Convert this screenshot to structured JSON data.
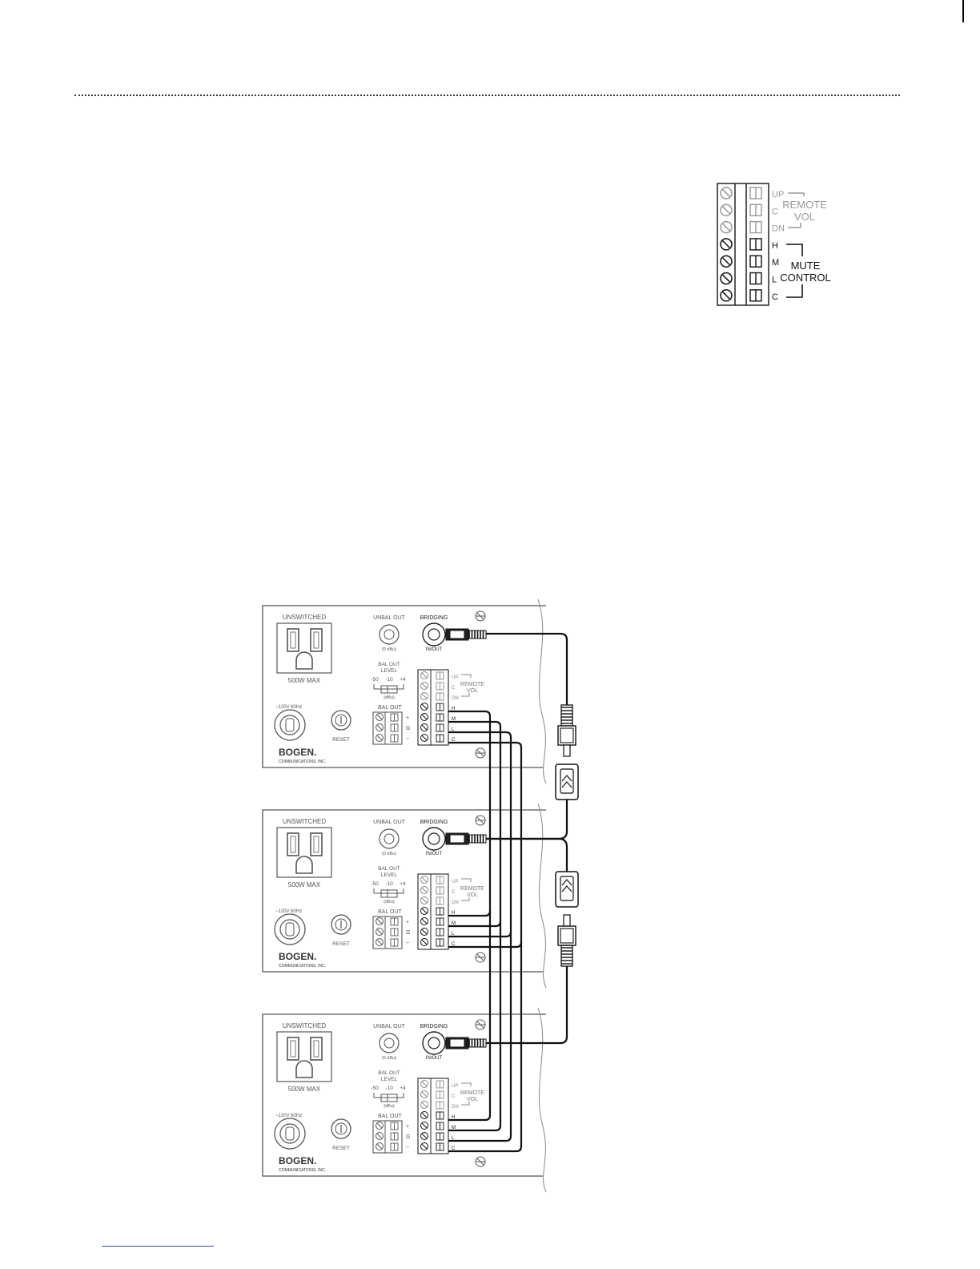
{
  "terminal_detail": {
    "remote_vol_terminals": [
      "UP",
      "C",
      "DN"
    ],
    "mute_terminals": [
      "H",
      "M",
      "L",
      "C"
    ],
    "remote_vol_title": [
      "REMOTE",
      "VOL"
    ],
    "mute_title": [
      "MUTE",
      "CONTROL"
    ]
  },
  "amplifier_panel": {
    "unswitched": "UNSWITCHED",
    "outlet_rating": "500W  MAX",
    "unbal_out": "UNBAL OUT",
    "unbal_level": "(0 dBu)",
    "bridging": "BRIDGING",
    "in_out": "IN/OUT",
    "bal_out_level": [
      "BAL OUT",
      "LEVEL"
    ],
    "level_marks": [
      "-50",
      "-10",
      "+4"
    ],
    "level_unit": "(dBu)",
    "bal_out": "BAL OUT",
    "bal_terms": [
      "+",
      "G",
      "−"
    ],
    "power_rating": "~120V 60Hz",
    "reset": "RESET",
    "brand": "BOGEN.",
    "brand_sub": "COMMUNICATIONS, INC.",
    "remote_terms": [
      "UP",
      "C",
      "DN"
    ],
    "mute_terms": [
      "H",
      "M",
      "L",
      "C"
    ],
    "remote_vol": [
      "REMOTE",
      "VOL"
    ]
  },
  "colors": {
    "line": "#111111",
    "panel_line": "#555555",
    "gray_text": "#555555",
    "light_gray": "#888888"
  }
}
